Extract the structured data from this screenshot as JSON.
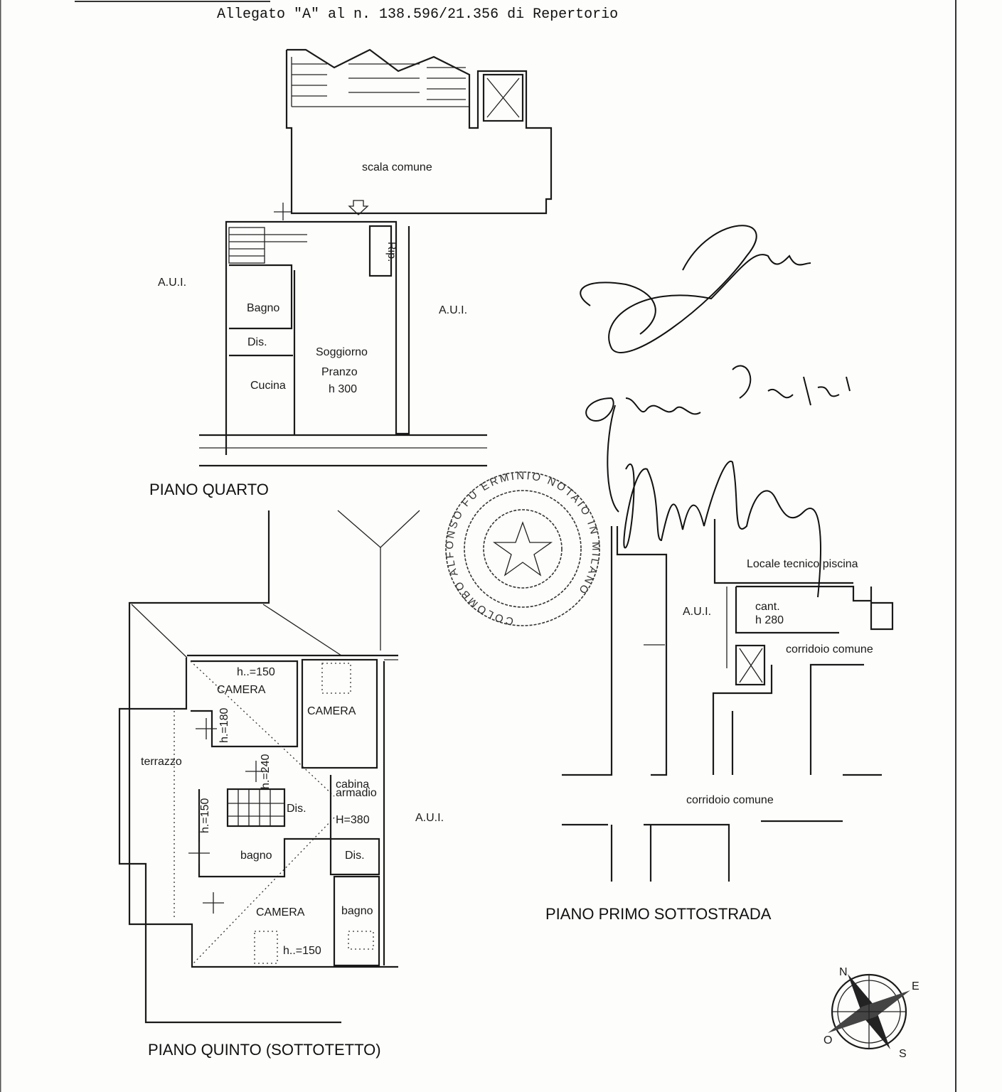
{
  "header": {
    "text": "Allegato \"A\" al n. 138.596/21.356 di Repertorio"
  },
  "piano_quarto": {
    "title": "PIANO QUARTO",
    "labels": {
      "scala_comune": "scala comune",
      "aui_left": "A.U.I.",
      "aui_right": "A.U.I.",
      "rip": "Rip.",
      "bagno": "Bagno",
      "dis": "Dis.",
      "cucina": "Cucina",
      "soggiorno": "Soggiorno",
      "pranzo": "Pranzo",
      "height": "h 300"
    }
  },
  "piano_quinto": {
    "title": "PIANO QUINTO (SOTTOTETTO)",
    "labels": {
      "h150_top": "h..=150",
      "camera1": "CAMERA",
      "camera2": "CAMERA",
      "h180": "h.=180",
      "terrazzo": "terrazzo",
      "h240": "h.=240",
      "cabina": "cabina",
      "armadio": "armadio",
      "h150_side": "h.=150",
      "dis1": "Dis.",
      "H380": "H=380",
      "aui": "A.U.I.",
      "bagno1": "bagno",
      "dis2": "Dis.",
      "camera3": "CAMERA",
      "bagno2": "bagno",
      "h150_bottom": "h..=150"
    }
  },
  "piano_primo_sottostrada": {
    "title": "PIANO PRIMO SOTTOSTRADA",
    "labels": {
      "locale_tecnico": "Locale tecnico piscina",
      "aui": "A.U.I.",
      "cant": "cant.",
      "cant_h": "h 280",
      "corridoio1": "corridoio comune",
      "corridoio2": "corridoio comune"
    }
  },
  "seal": {
    "text": "COLOMBO ALFONSO FU ERMINIO NOTAIO IN MILANO"
  },
  "compass": {
    "labels": [
      "N",
      "E",
      "S",
      "O"
    ]
  }
}
